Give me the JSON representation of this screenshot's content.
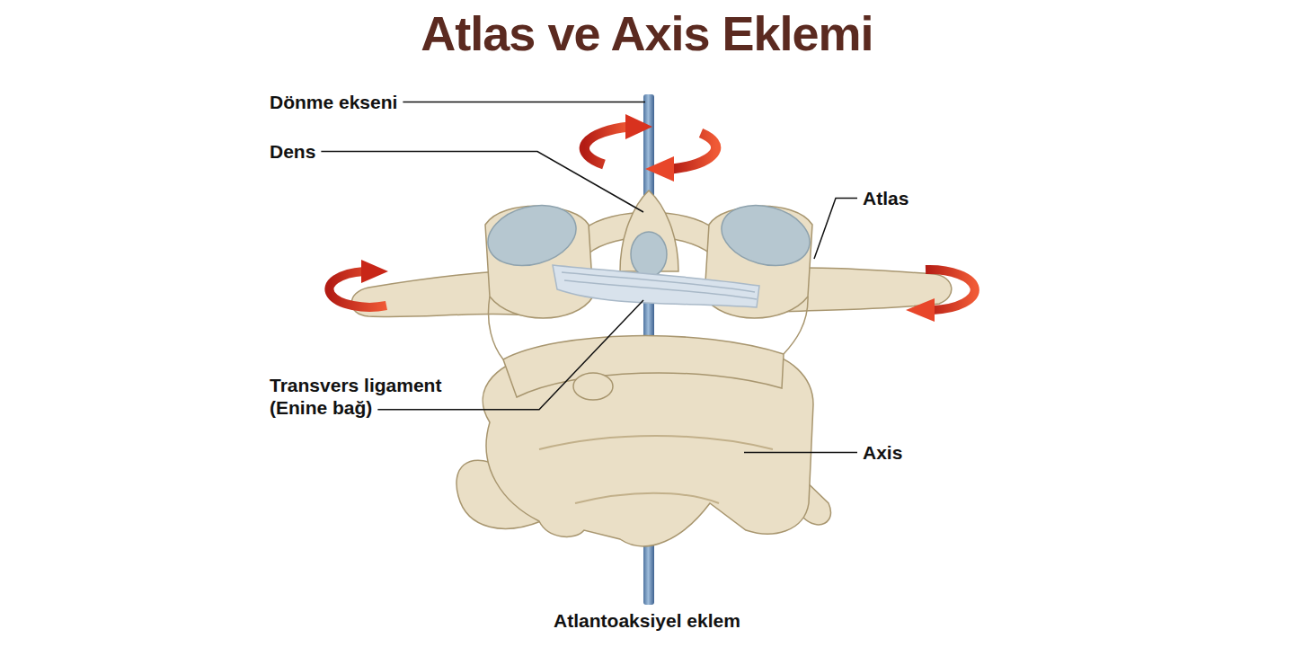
{
  "diagram": {
    "title": "Atlas ve Axis Eklemi",
    "caption": "Atlantoaksiyel eklem",
    "labels": [
      "Dönme ekseni",
      "Dens",
      "Atlas",
      "Transvers ligament (Enine bağ)",
      "Axis"
    ]
  }
}
